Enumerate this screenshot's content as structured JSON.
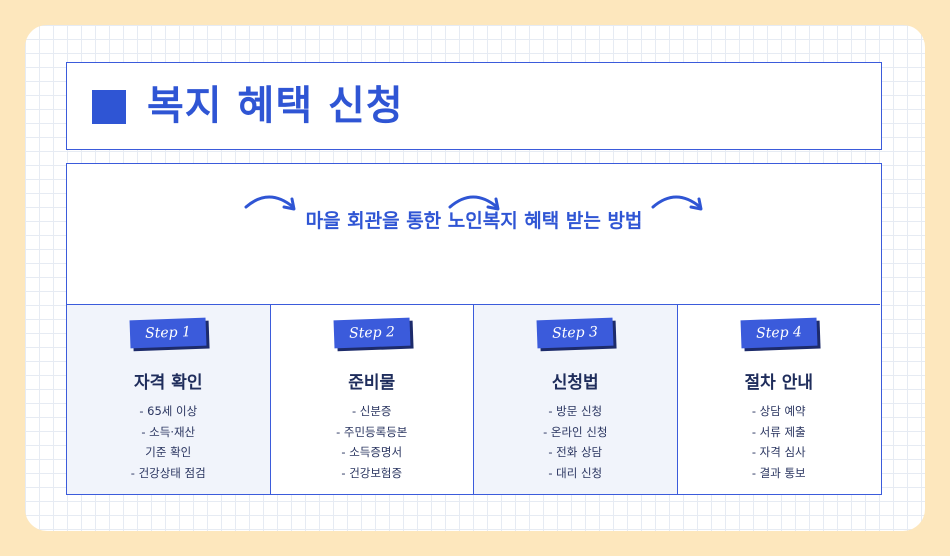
{
  "header": {
    "title": "복지 혜택 신청"
  },
  "main": {
    "subtitle": "마을 회관을 통한 노인복지 혜택 받는 방법",
    "steps": [
      {
        "badge": "Step 1",
        "title": "자격 확인",
        "items": [
          "- 65세 이상",
          "- 소득·재산",
          "기준 확인",
          "- 건강상태 점검"
        ]
      },
      {
        "badge": "Step 2",
        "title": "준비물",
        "items": [
          "- 신분증",
          "- 주민등록등본",
          "- 소득증명서",
          "- 건강보험증"
        ]
      },
      {
        "badge": "Step 3",
        "title": "신청법",
        "items": [
          "- 방문 신청",
          "- 온라인 신청",
          "- 전화 상담",
          "- 대리 신청"
        ]
      },
      {
        "badge": "Step 4",
        "title": "절차 안내",
        "items": [
          "- 상담 예약",
          "- 서류 제출",
          "- 자격 심사",
          "- 결과 통보"
        ]
      }
    ]
  },
  "icons": {
    "step_arrow": "curved-arrow-right-icon",
    "title_marker": "square-icon"
  },
  "colors": {
    "accent": "#2f55d4",
    "background": "#fde7bd",
    "border": "#3b5bdb",
    "step_fill": "#f1f4fb"
  }
}
